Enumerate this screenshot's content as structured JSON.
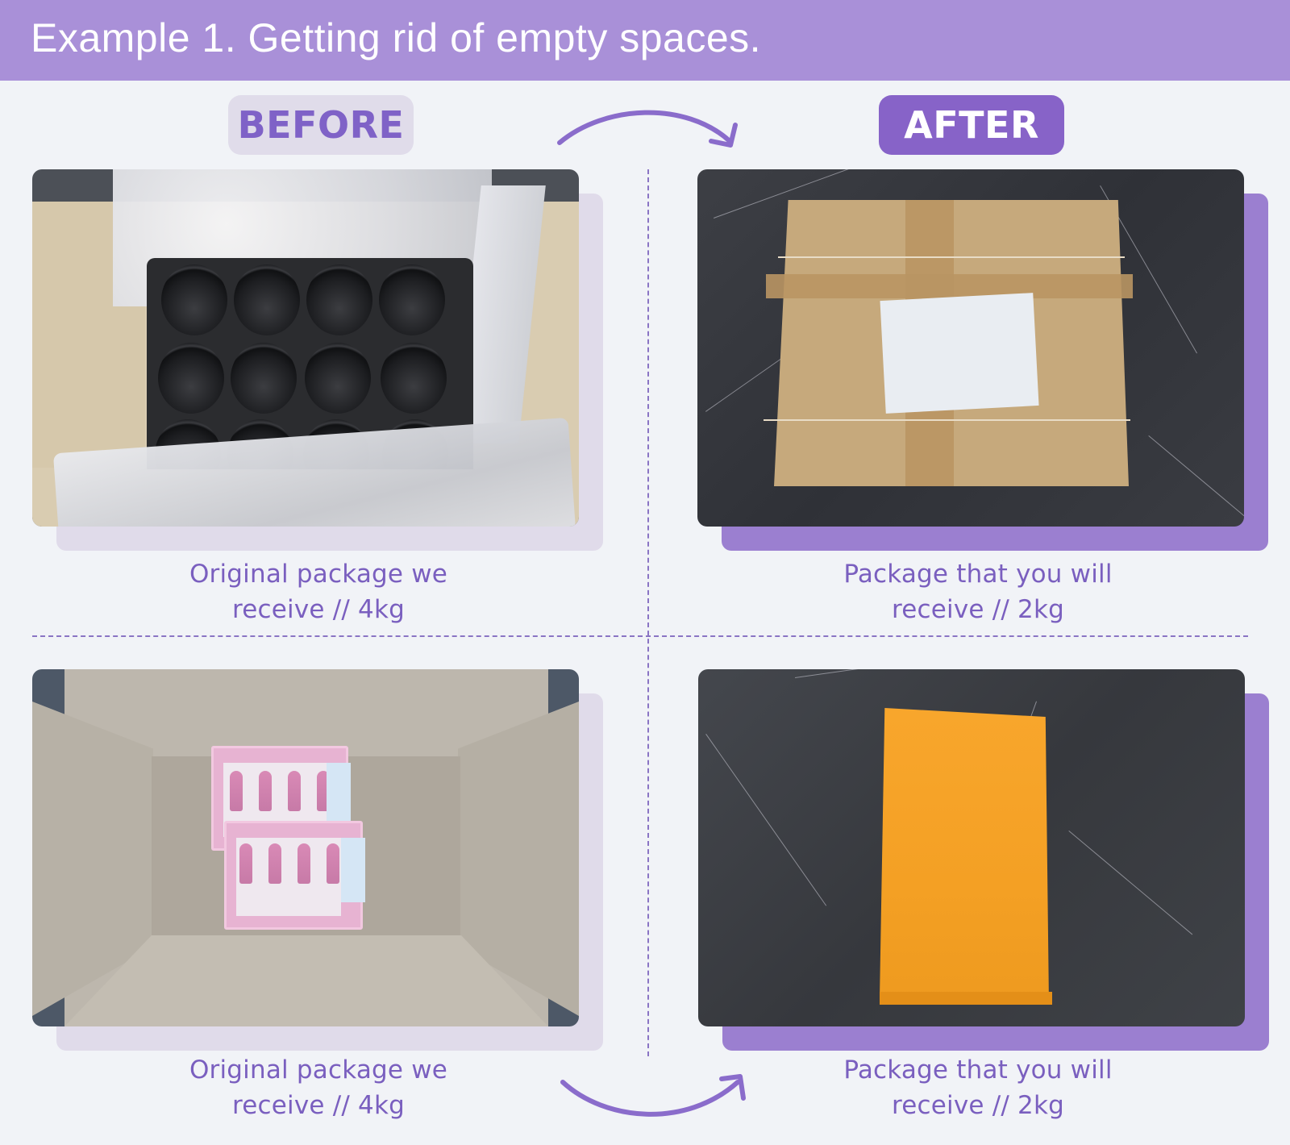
{
  "header": {
    "title": "Example 1. Getting rid of empty spaces.",
    "background_color": "#a990d8"
  },
  "labels": {
    "before": "BEFORE",
    "after": "AFTER"
  },
  "colors": {
    "accent_purple": "#8763c8",
    "caption_purple": "#7a5fbf",
    "light_pill": "#e0dcea",
    "page_background": "#f1f3f7",
    "shadow_light": "#e0dbea",
    "shadow_purple": "#9b7fd0"
  },
  "rows": [
    {
      "before": {
        "image": "open cardboard box with black 12-cup muffin tray wrapped in bubble wrap",
        "caption_line1": "Original package we",
        "caption_line2": "receive // 4kg"
      },
      "after": {
        "image": "flat taped cardboard box with white shipping label on dark marble surface",
        "caption_line1": "Package that you will",
        "caption_line2": "receive // 2kg"
      }
    },
    {
      "before": {
        "image": "large open cardboard box containing two small pink nail-tip holder boxes",
        "caption_line1": "Original package we",
        "caption_line2": "receive // 4kg"
      },
      "after": {
        "image": "orange bubble mailer on dark marble surface",
        "caption_line1": "Package that you will",
        "caption_line2": "receive // 2kg"
      }
    }
  ],
  "icons": {
    "top_arrow": "curved-arrow-right-down",
    "bottom_arrow": "curved-arrow-right-up"
  }
}
